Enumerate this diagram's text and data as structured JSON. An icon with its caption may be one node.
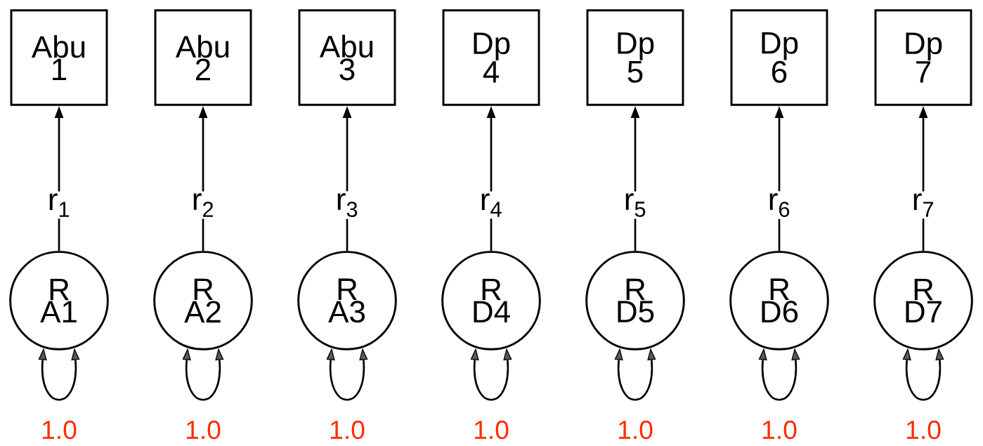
{
  "diagram": {
    "nodes": [
      {
        "text": [
          "Abu 1"
        ]
      },
      {
        "text": [
          "Abu 2"
        ]
      },
      {
        "text": [
          "Abu 3"
        ]
      },
      {
        "text": [
          "Dp 4"
        ]
      },
      {
        "text": [
          "Dp 5"
        ]
      },
      {
        "text": [
          "Dp 6"
        ]
      },
      {
        "text": [
          "Dp 7"
        ]
      },
      {
        "text": [
          "R A1"
        ]
      },
      {
        "text": [
          "R A2"
        ]
      },
      {
        "text": [
          "R A3"
        ]
      },
      {
        "text": [
          "R D4"
        ]
      },
      {
        "text": [
          "R D5"
        ]
      },
      {
        "text": [
          "R D6"
        ]
      },
      {
        "text": [
          "R D7"
        ]
      }
    ],
    "edges": [
      {
        "from": 7,
        "to": 0,
        "arrow": "to",
        "label": "r$_{1}$"
      },
      {
        "from": 8,
        "to": 1,
        "arrow": "to",
        "label": "r$_{2}$"
      },
      {
        "from": 9,
        "to": 2,
        "arrow": "to",
        "label": "r$_{3}$"
      },
      {
        "from": 10,
        "to": 3,
        "arrow": "to",
        "label": "r$_{4}$"
      },
      {
        "from": 11,
        "to": 4,
        "arrow": "to",
        "label": "r$_{5}$"
      },
      {
        "from": 12,
        "to": 5,
        "arrow": "to",
        "label": "r$_{6}$"
      },
      {
        "from": 13,
        "to": 6,
        "arrow": "to",
        "label": "r$_{7}$"
      },
      {
        "from": 7,
        "to": 7,
        "arrow": "both",
        "label": "1.0"
      },
      {
        "from": 8,
        "to": 8,
        "arrow": "both",
        "label": "1.0"
      },
      {
        "from": 9,
        "to": 9,
        "arrow": "both",
        "label": "1.0"
      },
      {
        "from": 10,
        "to": 10,
        "arrow": "both",
        "label": "1.0"
      },
      {
        "from": 11,
        "to": 11,
        "arrow": "both",
        "label": "1.0"
      },
      {
        "from": 12,
        "to": 12,
        "arrow": "both",
        "label": "1.0"
      },
      {
        "from": 13,
        "to": 13,
        "arrow": "both",
        "label": "1.0"
      }
    ]
  }
}
